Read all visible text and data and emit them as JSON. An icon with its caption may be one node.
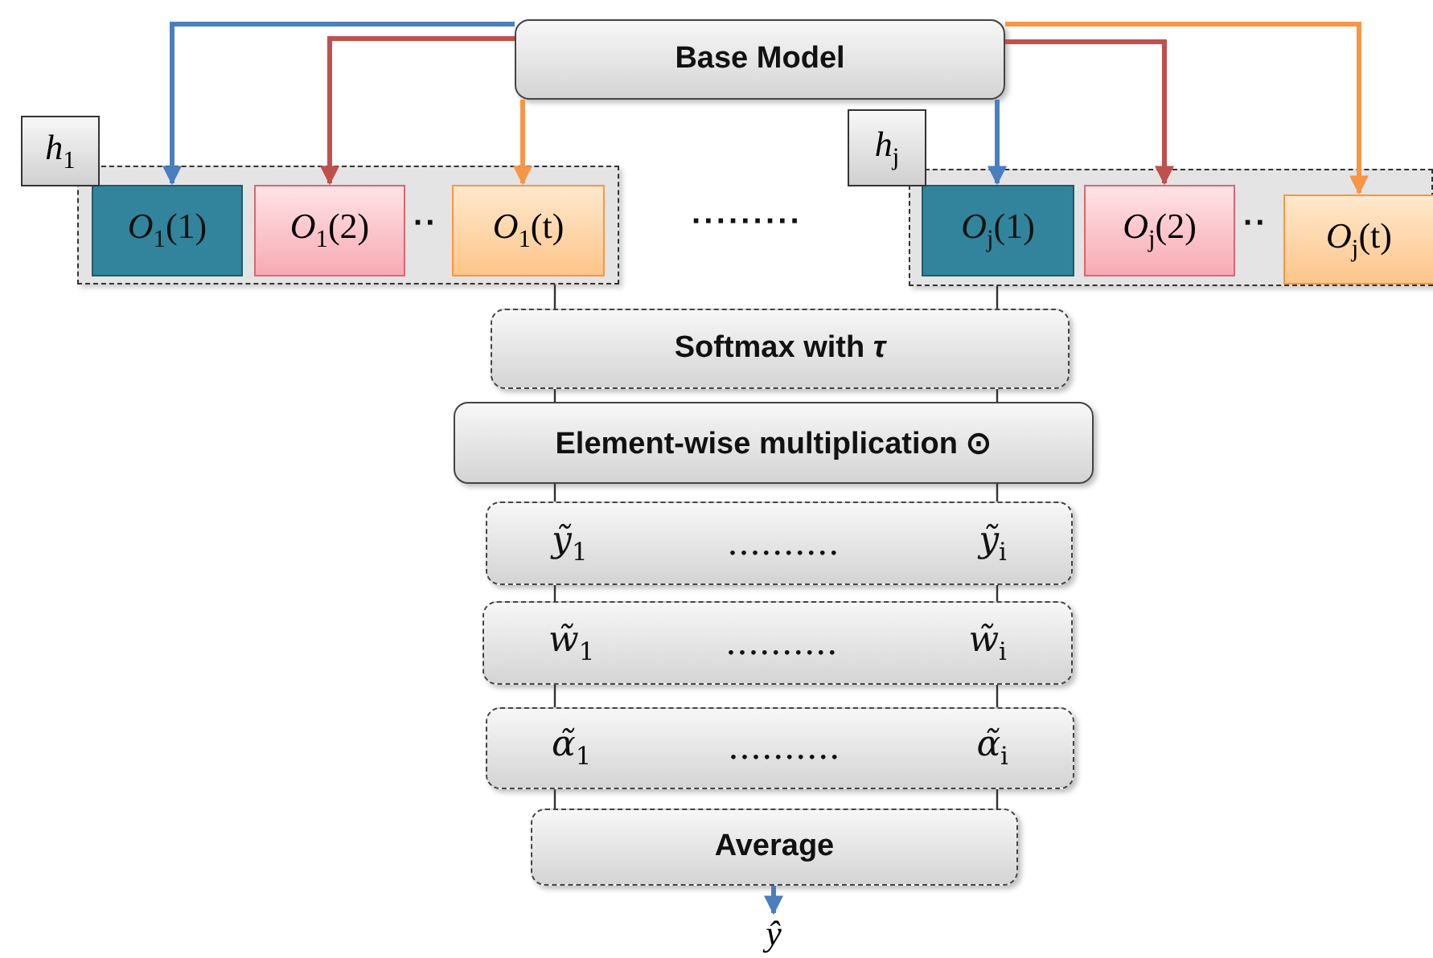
{
  "diagram": {
    "nodes": [
      {
        "text": [
          "Base Model"
        ]
      },
      {
        "text": [
          "*h*$_{1}$"
        ]
      },
      {
        "text": [],
        "shape": "box"
      },
      {
        "text": [
          "*O*$_{1}$(1)"
        ],
        "in": 2
      },
      {
        "text": [
          "*O*$_{1}$(2)"
        ],
        "in": 2
      },
      {
        "text": [
          "*O*$_{1}$(t)"
        ],
        "in": 2
      },
      {
        "text": [
          "*h*$_{j}$"
        ]
      },
      {
        "text": [],
        "shape": "box"
      },
      {
        "text": [
          "*O*$_{j}$(1)"
        ],
        "in": 7
      },
      {
        "text": [
          "*O*$_{j}$(2)"
        ],
        "in": 7
      },
      {
        "text": [
          "*O*$_{j}$(t)"
        ],
        "in": 7
      },
      {
        "text": [
          "Softmax with *τ*"
        ]
      },
      {
        "text": [
          "Element-wise multiplication ⊙"
        ]
      },
      {
        "text": [
          "*ỹ*$_{1}$",
          "..........",
          "*ỹ*$_{i}$"
        ]
      },
      {
        "text": [
          "*w̃*$_{1}$",
          "..........",
          "*w̃*$_{i}$"
        ]
      },
      {
        "text": [
          "*α̃*$_{1}$",
          "..........",
          "*α̃*$_{i}$"
        ]
      },
      {
        "text": [
          "Average"
        ]
      },
      {
        "text": [
          "ŷ"
        ]
      }
    ],
    "edges": [
      {
        "from": 0,
        "to": 3,
        "arrow": "to",
        "style": "thick",
        "color": "#4a7ebf"
      },
      {
        "from": 0,
        "to": 4,
        "arrow": "to",
        "style": "thick",
        "color": "#c0504d"
      },
      {
        "from": 0,
        "to": 5,
        "arrow": "to",
        "style": "thick",
        "color": "#f79646"
      },
      {
        "from": 0,
        "to": 8,
        "arrow": "to",
        "style": "thick",
        "color": "#4a7ebf"
      },
      {
        "from": 0,
        "to": 9,
        "arrow": "to",
        "style": "thick",
        "color": "#c0504d"
      },
      {
        "from": 0,
        "to": 10,
        "arrow": "to",
        "style": "thick",
        "color": "#f79646"
      },
      {
        "from": 2,
        "to": 11,
        "arrow": "none"
      },
      {
        "from": 7,
        "to": 11,
        "arrow": "none"
      },
      {
        "from": 11,
        "to": 12,
        "arrow": "none"
      },
      {
        "from": 11,
        "to": 12,
        "arrow": "none"
      },
      {
        "from": 12,
        "to": 13,
        "arrow": "none"
      },
      {
        "from": 12,
        "to": 13,
        "arrow": "none"
      },
      {
        "from": 13,
        "to": 14,
        "arrow": "none"
      },
      {
        "from": 13,
        "to": 14,
        "arrow": "none"
      },
      {
        "from": 14,
        "to": 15,
        "arrow": "none"
      },
      {
        "from": 14,
        "to": 15,
        "arrow": "none"
      },
      {
        "from": 15,
        "to": 16,
        "arrow": "none"
      },
      {
        "from": 15,
        "to": 16,
        "arrow": "none"
      },
      {
        "from": 16,
        "to": 17,
        "arrow": "to",
        "style": "thick",
        "color": "#4a7ebf"
      }
    ],
    "labels": [
      "··",
      "·········",
      "··"
    ]
  }
}
